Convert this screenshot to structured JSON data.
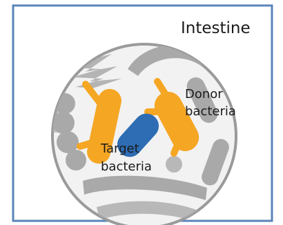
{
  "diagram": {
    "title": "Intestine",
    "labels": {
      "donor_line1": "Donor",
      "donor_line2": "bacteria",
      "target_line1": "Target",
      "target_line2": "bacteria"
    },
    "colors": {
      "frame": "#5a84b8",
      "circle_fill": "#f2f2f2",
      "circle_stroke": "#9a9a9a",
      "gut_flora": "#a9a9a9",
      "donor": "#f5a623",
      "target": "#2e6db4"
    }
  }
}
